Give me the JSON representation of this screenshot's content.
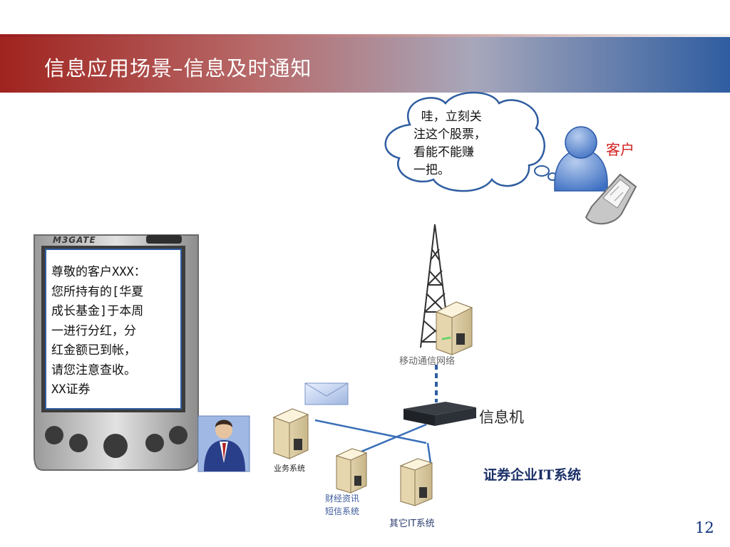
{
  "slide": {
    "title": "信息应用场景–信息及时通知",
    "page_number": "12"
  },
  "customer": {
    "thought": "  哇，立刻关\n注这个股票，\n看能不能赚\n一把。",
    "label": "客户"
  },
  "pda": {
    "brand": "M3GATE",
    "message": "尊敬的客户XXX：\n您所持有的[华夏\n成长基金]于本周\n一进行分红，分\n红金额已到帐，\n请您注意查收。\nXX证券"
  },
  "network": {
    "mobile_network_label": "移动通信网络",
    "message_machine_label": "信息机",
    "it_system_label": "证券企业IT系统",
    "business_system_label": "业务系统",
    "finance_sms_label": "财经资讯\n短信系统",
    "other_it_label": "其它IT系统"
  },
  "colors": {
    "title_bar_start": "#a0231e",
    "title_bar_end": "#2f5da0",
    "customer_label": "#d21f1f",
    "link_line": "#3a6fb8"
  }
}
